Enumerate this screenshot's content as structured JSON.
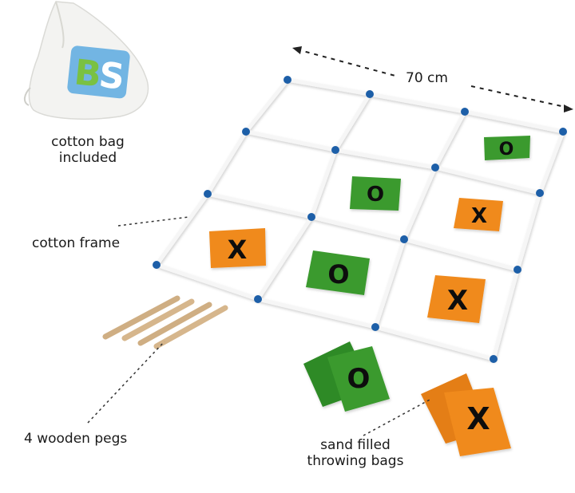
{
  "labels": {
    "bag_line1": "cotton bag",
    "bag_line2": "included",
    "frame": "cotton frame",
    "pegs": "4 wooden pegs",
    "throw_line1": "sand filled",
    "throw_line2": "throwing bags",
    "dimension": "70 cm"
  },
  "bag_logo": "BS",
  "marks": {
    "x": "X",
    "o": "O"
  },
  "colors": {
    "green_bag": "#3a9a2f",
    "orange_bag": "#f08a1c",
    "bead_blue": "#1d5fa8",
    "logo_green": "#7ac142",
    "logo_blue": "#5aa9e0"
  }
}
